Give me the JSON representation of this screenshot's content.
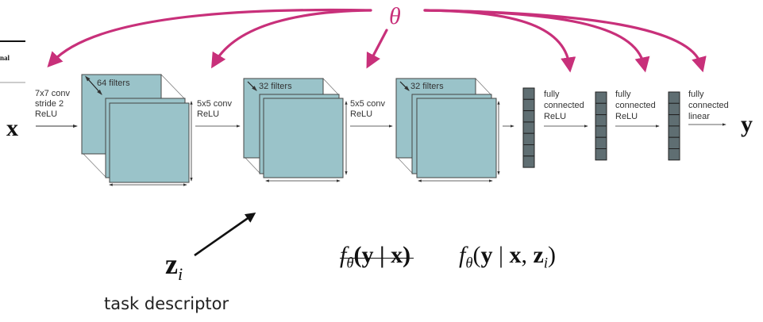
{
  "colors": {
    "accent": "#c8307a",
    "layer_fill": "#9ac3c9",
    "layer_stroke": "#444444",
    "fc_fill": "#5f6e72",
    "fc_stroke": "#222222",
    "text": "#333333"
  },
  "parameter_symbol": "θ",
  "input_label": "x",
  "output_label": "y",
  "clipped_caption": "nal",
  "conv_layers": [
    {
      "op_lines": [
        "7x7 conv",
        "stride 2",
        "ReLU"
      ],
      "filters_label": "64 filters"
    },
    {
      "op_lines": [
        "5x5 conv",
        "ReLU"
      ],
      "filters_label": "32 filters"
    },
    {
      "op_lines": [
        "5x5 conv",
        "ReLU"
      ],
      "filters_label": "32 filters"
    }
  ],
  "fc_layers": [
    {
      "op_lines": [
        "fully",
        "connected",
        "ReLU"
      ]
    },
    {
      "op_lines": [
        "fully",
        "connected",
        "ReLU"
      ]
    },
    {
      "op_lines": [
        "fully",
        "connected",
        "linear"
      ]
    }
  ],
  "task_descriptor": {
    "symbol": "z",
    "subscript": "i",
    "label": "task descriptor"
  },
  "formulas": {
    "crossed_out": {
      "f": "f",
      "theta": "θ",
      "body": "(y | x)"
    },
    "conditioned": {
      "f": "f",
      "theta": "θ",
      "open": "(",
      "y": "y",
      "bar": " | ",
      "x": "x",
      "comma": ", ",
      "z": "z",
      "zsub": "i",
      "close": ")"
    }
  }
}
